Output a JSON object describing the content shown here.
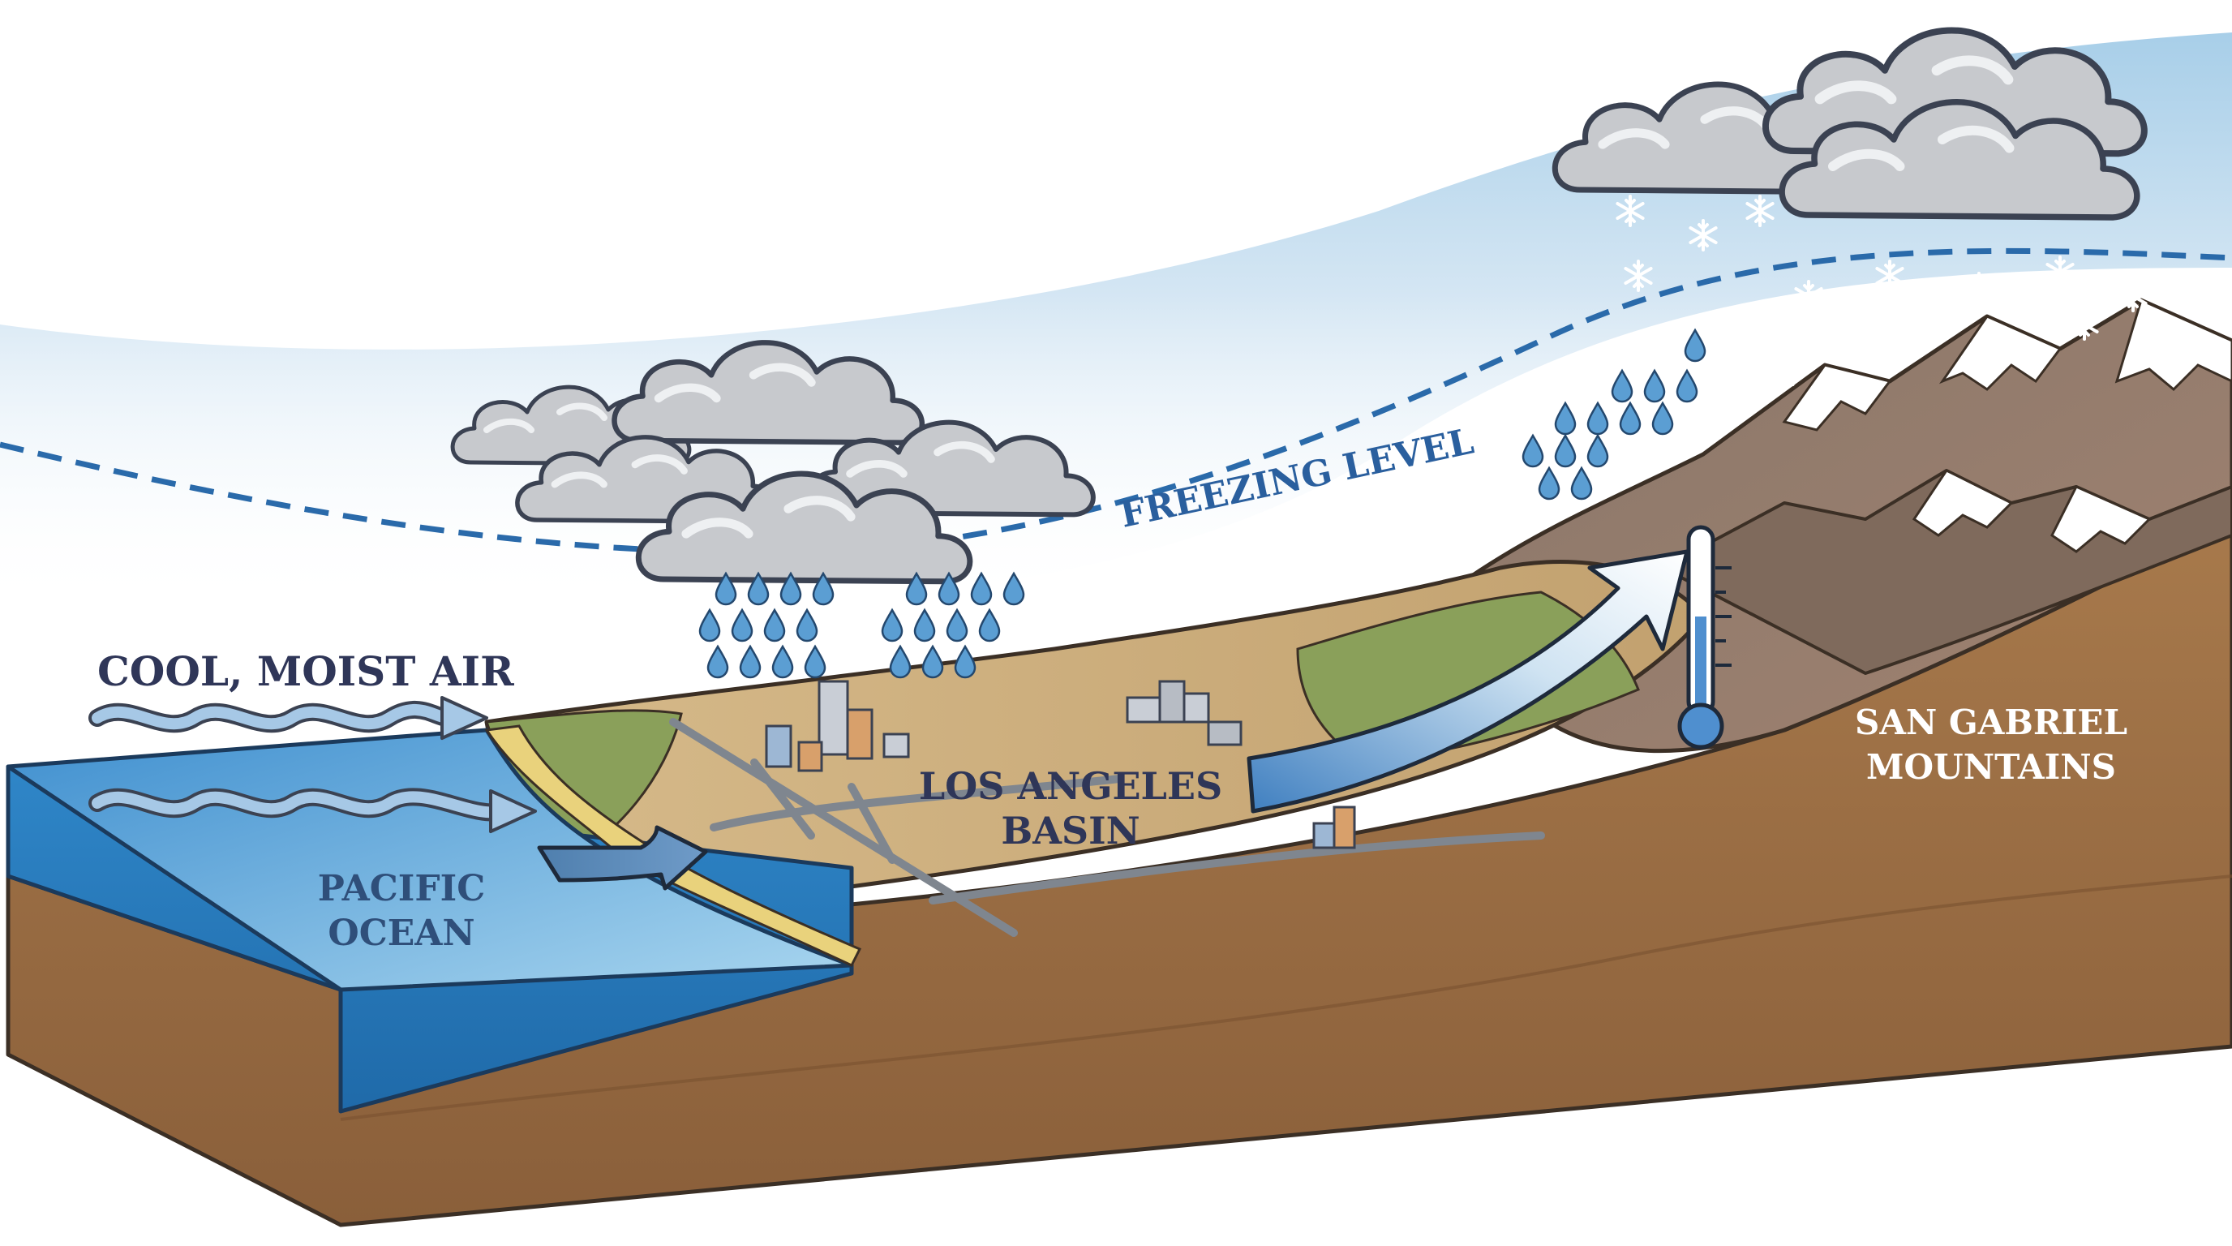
{
  "labels": {
    "freezing_level": "FREEZING LEVEL",
    "cool_moist_air": "COOL, MOIST AIR",
    "pacific_ocean_line1": "PACIFIC",
    "pacific_ocean_line2": "OCEAN",
    "la_basin_line1": "LOS ANGELES",
    "la_basin_line2": "BASIN",
    "san_gabriel_line1": "SAN GABRIEL",
    "san_gabriel_line2": "MOUNTAINS"
  },
  "colors": {
    "label_navy": "#2f3658",
    "label_blue": "#2a5f9e",
    "freezing_line": "#2a6aaa",
    "ocean": "#4f9fd6",
    "basin": "#c8aa7c",
    "vegetation": "#8aa05a",
    "soil": "#9a6e45",
    "snow": "#ffffff",
    "cloud": "#c4c7cc",
    "raindrop": "#5b9ed3"
  },
  "icons": [
    "cloud-icon",
    "raindrop-icon",
    "snowflake-icon",
    "thermometer-icon",
    "wind-arrow-icon",
    "building-icon"
  ]
}
